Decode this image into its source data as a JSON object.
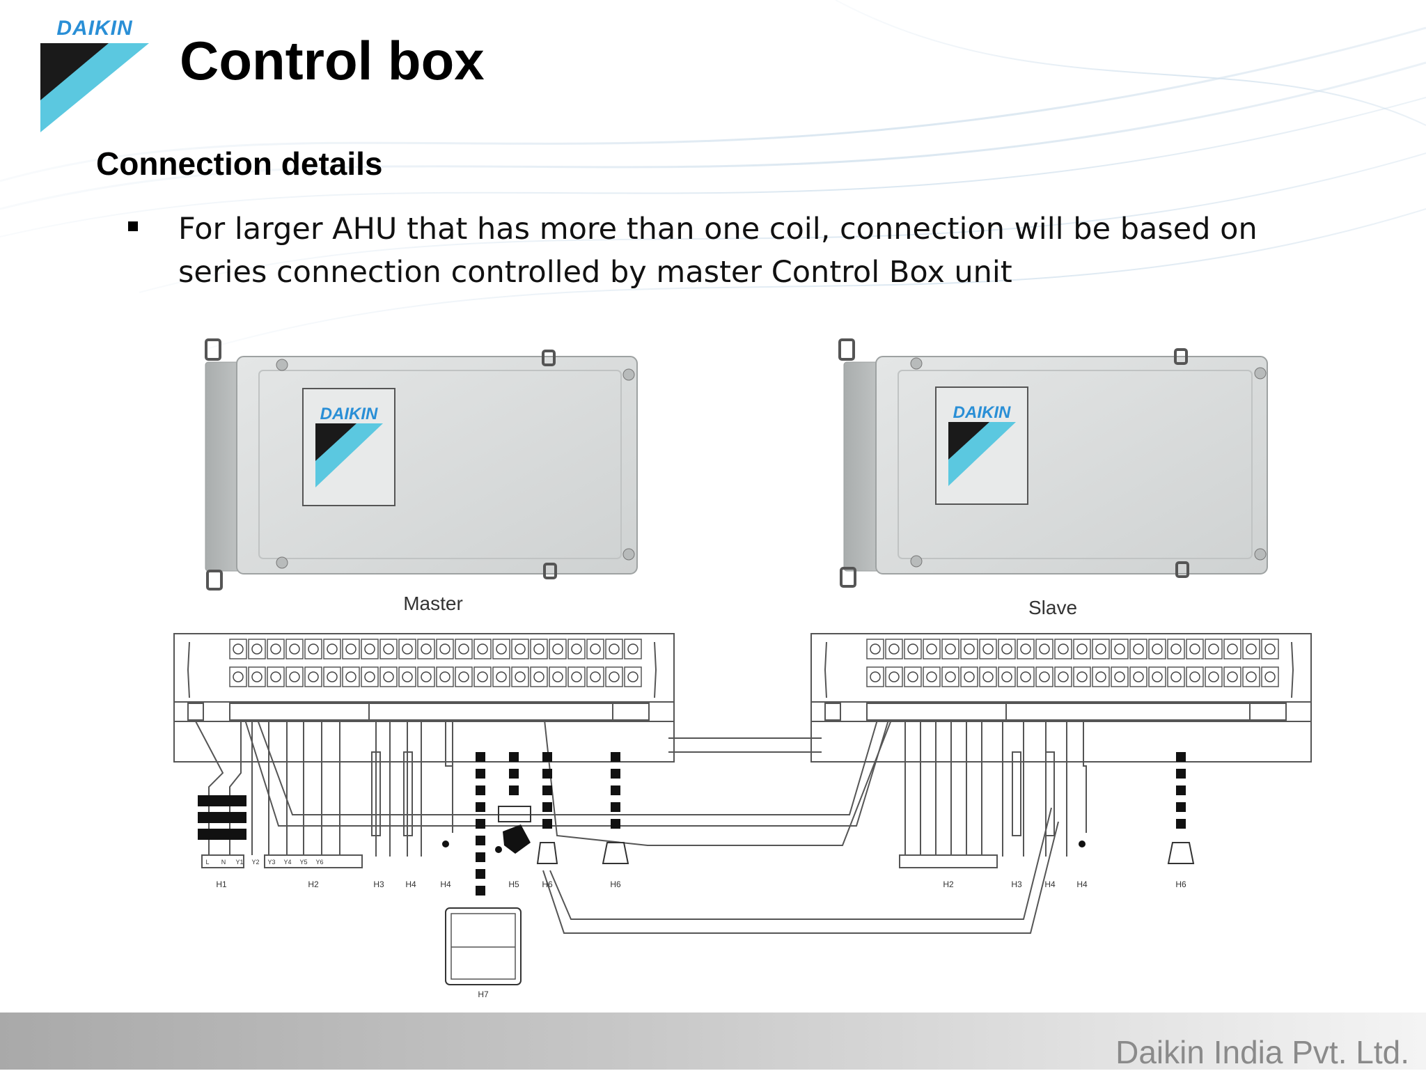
{
  "brand": {
    "logo_text": "DAIKIN",
    "logo_colors": {
      "blue": "#2a8fd6",
      "cyan": "#5bc8e0",
      "dark": "#1a1a1a"
    }
  },
  "slide": {
    "title": "Control box",
    "subtitle": "Connection details",
    "bullets": [
      "For larger AHU that has more than one coil, connection will be based on series connection controlled by master Control Box unit"
    ]
  },
  "diagram": {
    "units": [
      {
        "label": "Master",
        "logo_text": "DAIKIN"
      },
      {
        "label": "Slave",
        "logo_text": "DAIKIN"
      }
    ],
    "master_connectors": [
      "H1",
      "H2",
      "H3",
      "H4",
      "H4",
      "H5",
      "H6",
      "H6",
      "H7"
    ],
    "slave_connectors": [
      "H2",
      "H3",
      "H4",
      "H4",
      "H6"
    ],
    "terminal_labels": [
      "L",
      "N",
      "Y1",
      "Y2",
      "Y3",
      "Y4",
      "Y5",
      "Y6"
    ]
  },
  "footer": {
    "company": "Daikin India Pvt. Ltd."
  }
}
